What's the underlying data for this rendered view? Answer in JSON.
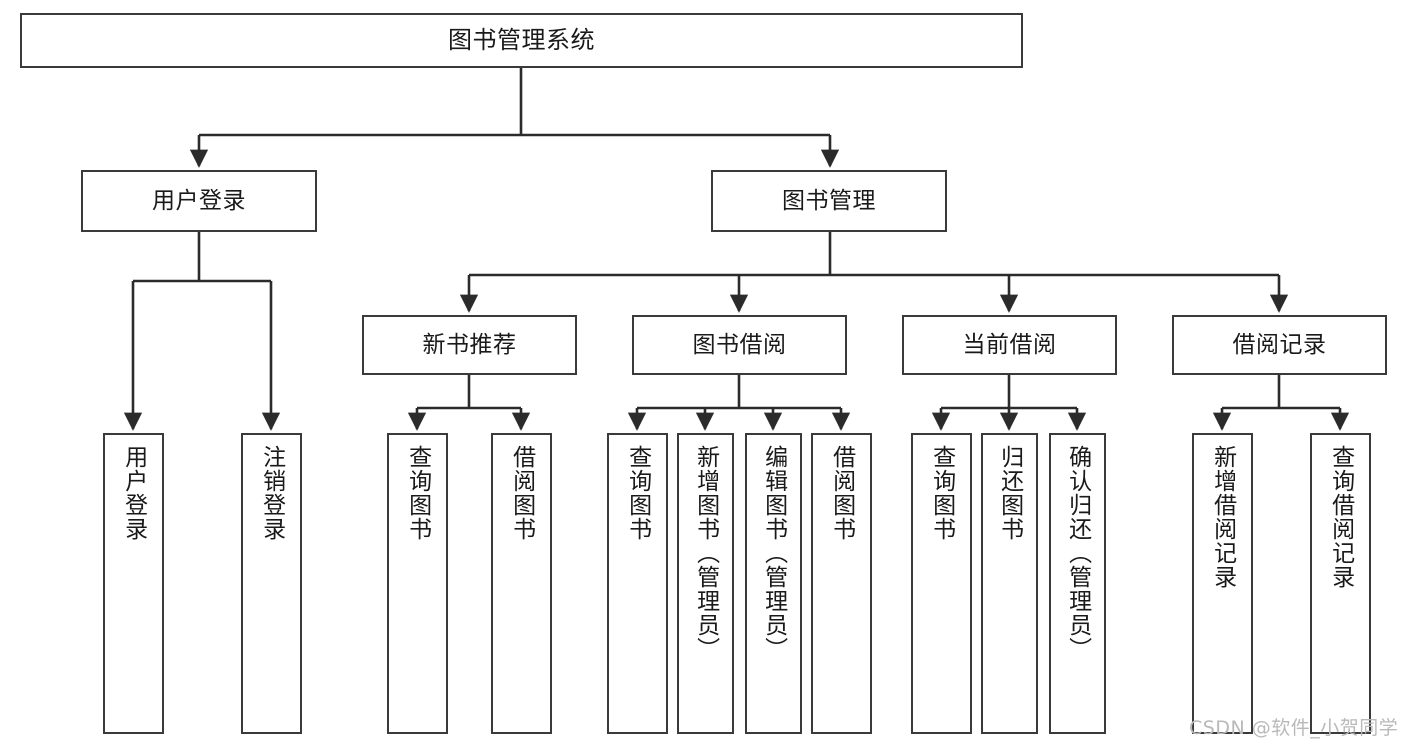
{
  "diagram": {
    "title": "图书管理系统",
    "type": "tree-hierarchy-diagram",
    "root": {
      "label": "图书管理系统"
    },
    "level2": [
      {
        "label": "用户登录"
      },
      {
        "label": "图书管理"
      }
    ],
    "level3": [
      {
        "label": "新书推荐"
      },
      {
        "label": "图书借阅"
      },
      {
        "label": "当前借阅"
      },
      {
        "label": "借阅记录"
      }
    ],
    "leaves": [
      {
        "label": "用户登录"
      },
      {
        "label": "注销登录"
      },
      {
        "label": "查询图书"
      },
      {
        "label": "借阅图书"
      },
      {
        "label": "查询图书"
      },
      {
        "label": "新增图书（管理员）"
      },
      {
        "label": "编辑图书（管理员）"
      },
      {
        "label": "借阅图书"
      },
      {
        "label": "查询图书"
      },
      {
        "label": "归还图书"
      },
      {
        "label": "确认归还（管理员）"
      },
      {
        "label": "新增借阅记录"
      },
      {
        "label": "查询借阅记录"
      }
    ],
    "watermark": "CSDN @软件_小贺同学",
    "colors": {
      "stroke": "#3a3a3a",
      "fill": "#ffffff",
      "text": "#1a1a1a",
      "watermark": "#b9b9b9"
    }
  }
}
